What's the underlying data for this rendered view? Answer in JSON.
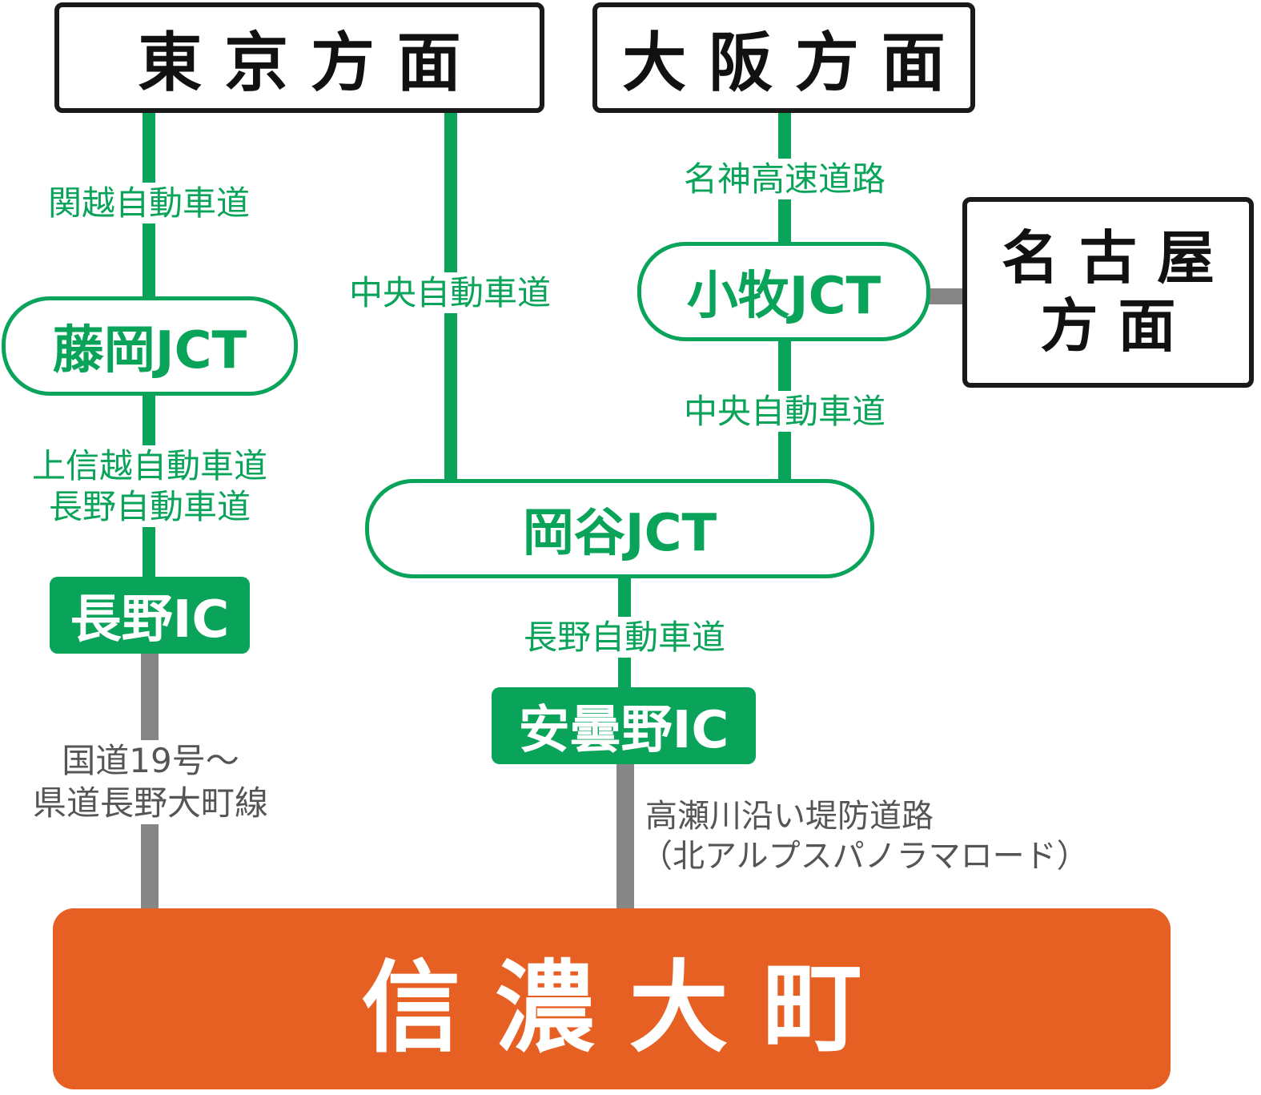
{
  "destinations": {
    "tokyo": "東 京 方 面",
    "osaka": "大 阪 方 面",
    "nagoya_line1": "名 古 屋",
    "nagoya_line2": "方 面"
  },
  "junctions": {
    "fujioka": "藤岡JCT",
    "komaki": "小牧JCT",
    "okaya": "岡谷JCT"
  },
  "interchanges": {
    "nagano": "長野IC",
    "azumino": "安曇野IC"
  },
  "roads": {
    "kanetsu": "関越自動車道",
    "chuo_tokyo": "中央自動車道",
    "meishin": "名神高速道路",
    "chuo_komaki": "中央自動車道",
    "joshinetsu_line1": "上信越自動車道",
    "joshinetsu_line2": "長野自動車道",
    "nagano_expressway": "長野自動車道",
    "local_left_line1": "国道19号～",
    "local_left_line2": "県道長野大町線",
    "local_right_line1": "高瀬川沿い堤防道路",
    "local_right_line2": "（北アルプスパノラマロード）"
  },
  "goal": "信 濃 大 町",
  "colors": {
    "expressway": "#09a35a",
    "local_road": "#868686",
    "goal": "#e65f23",
    "border": "#1a1a1a"
  }
}
